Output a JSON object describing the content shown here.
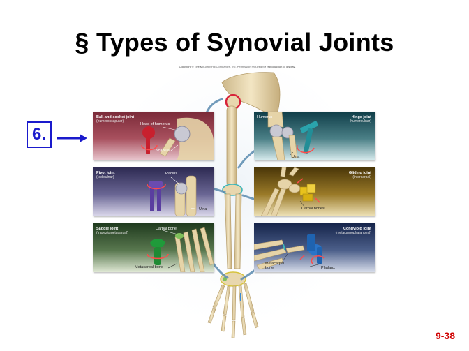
{
  "slide": {
    "title": "§ Types of Synovial Joints",
    "copyright": "Copyright © The McGraw-Hill Companies, Inc. Permission required for reproduction or display.",
    "slide_number": "9-38",
    "marker_label": "6."
  },
  "panels": {
    "ball_socket": {
      "title": "Ball-and-socket joint",
      "subtitle": "(humeroscapular)",
      "labels": [
        "Head of humerus",
        "Scapula"
      ]
    },
    "pivot": {
      "title": "Pivot joint",
      "subtitle": "(radioulnar)",
      "labels": [
        "Radius",
        "Ulna"
      ]
    },
    "saddle": {
      "title": "Saddle joint",
      "subtitle": "(trapeziometacarpal)",
      "labels": [
        "Carpal bone",
        "Metacarpal bone"
      ]
    },
    "hinge": {
      "title": "Hinge joint",
      "subtitle": "(humeroulnar)",
      "labels": [
        "Humerus",
        "Ulna"
      ]
    },
    "gliding": {
      "title": "Gliding joint",
      "subtitle": "(intercarpal)",
      "labels": [
        "Carpal bones"
      ]
    },
    "condyloid": {
      "title": "Condyloid joint",
      "subtitle": "(metacarpophalangeal)",
      "labels": [
        "Metacarpal bone",
        "Phalanx"
      ]
    }
  },
  "colors": {
    "marker": "#1a1acc",
    "slide_number": "#d00000",
    "bone": "#e8d7ae",
    "joint_highlight_red": "#d8233a",
    "joint_highlight_teal": "#3cb5b8",
    "joint_highlight_yellow": "#d6c23a",
    "joint_highlight_blue": "#3a8ad6",
    "arrow": "#5a8bb0"
  },
  "icons": [
    "right-arrow-icon",
    "rotation-arrow-icon"
  ]
}
